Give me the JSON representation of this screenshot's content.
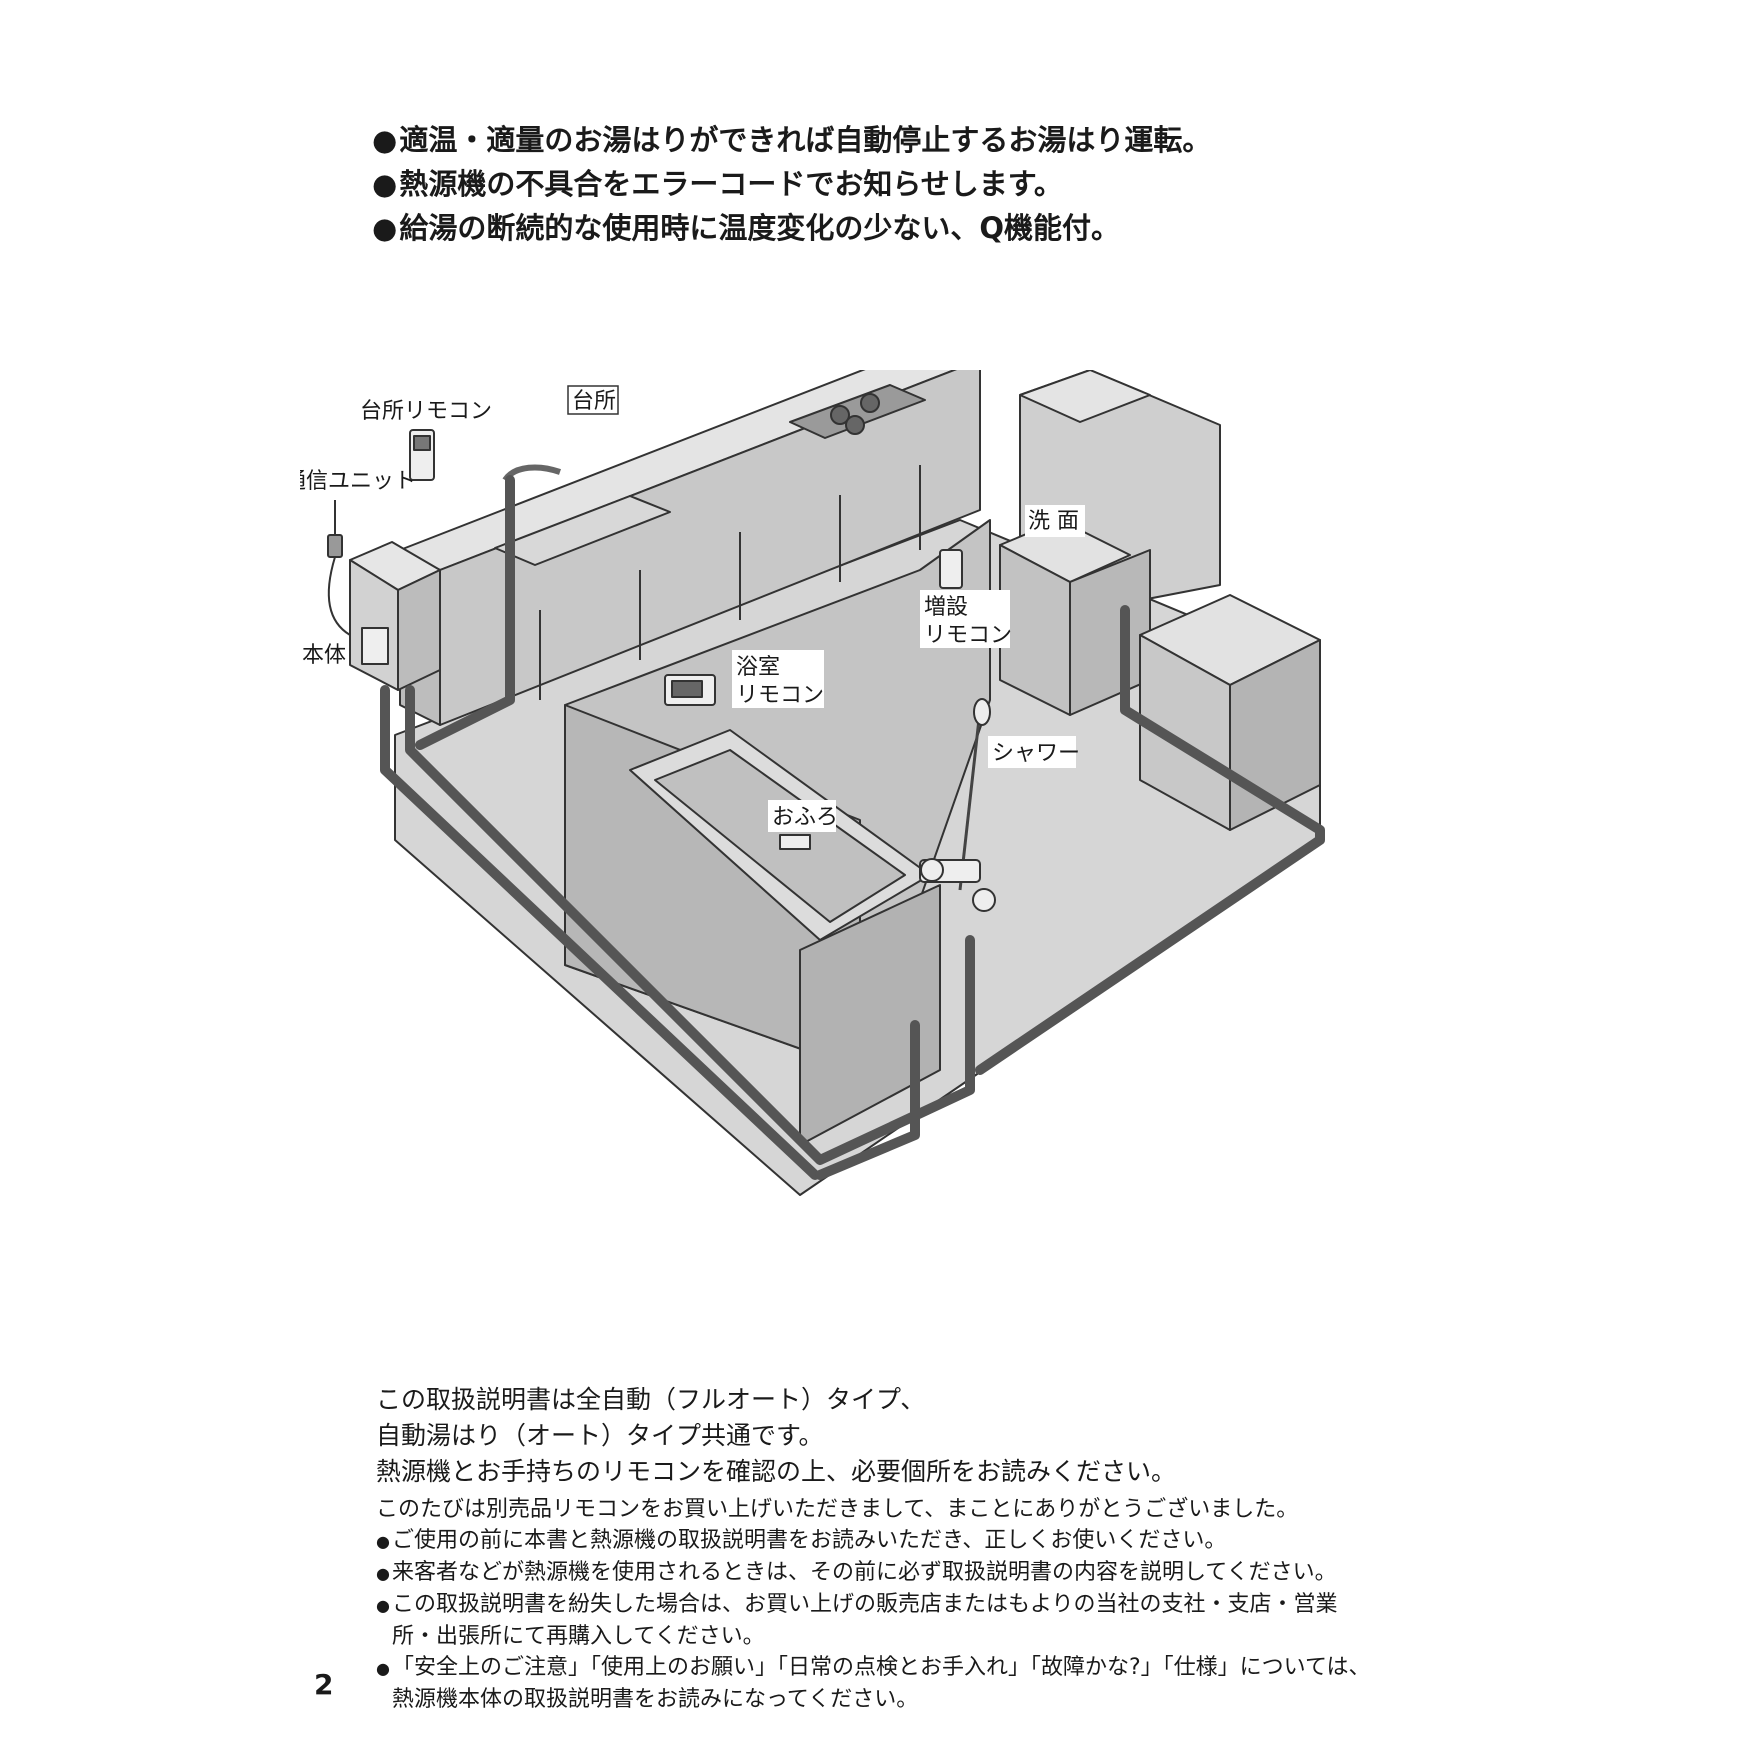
{
  "features": [
    "適温・適量のお湯はりができれば自動停止するお湯はり運転。",
    "熱源機の不具合をエラーコードでお知らせします。",
    "給湯の断続的な使用時に温度変化の少ない、Q機能付。"
  ],
  "illustration": {
    "labels": {
      "kitchen_room": "台所",
      "kitchen_remote": "台所リモコン",
      "comm_unit": "通信ユニット",
      "main_unit": "本体",
      "washroom": "洗 面",
      "extra_remote_1": "増設",
      "extra_remote_2": "リモコン",
      "bath_remote_1": "浴室",
      "bath_remote_2": "リモコン",
      "shower": "シャワー",
      "bath": "おふろ"
    }
  },
  "intro": [
    "この取扱説明書は全自動（フルオート）タイプ、",
    "自動湯はり（オート）タイプ共通です。",
    "熱源機とお手持ちのリモコンを確認の上、必要個所をお読みください。"
  ],
  "notes": {
    "lead": "このたびは別売品リモコンをお買い上げいただきまして、まことにありがとうございました。",
    "items": [
      [
        "ご使用の前に本書と熱源機の取扱説明書をお読みいただき、正しくお使いください。"
      ],
      [
        "来客者などが熱源機を使用されるときは、その前に必ず取扱説明書の内容を説明してください。"
      ],
      [
        "この取扱説明書を紛失した場合は、お買い上げの販売店またはもよりの当社の支社・支店・営業",
        "所・出張所にて再購入してください。"
      ],
      [
        "「安全上のご注意」「使用上のお願い」「日常の点検とお手入れ」「故障かな?」「仕様」については、",
        "熱源機本体の取扱説明書をお読みになってください。"
      ]
    ]
  },
  "page_number": "2"
}
